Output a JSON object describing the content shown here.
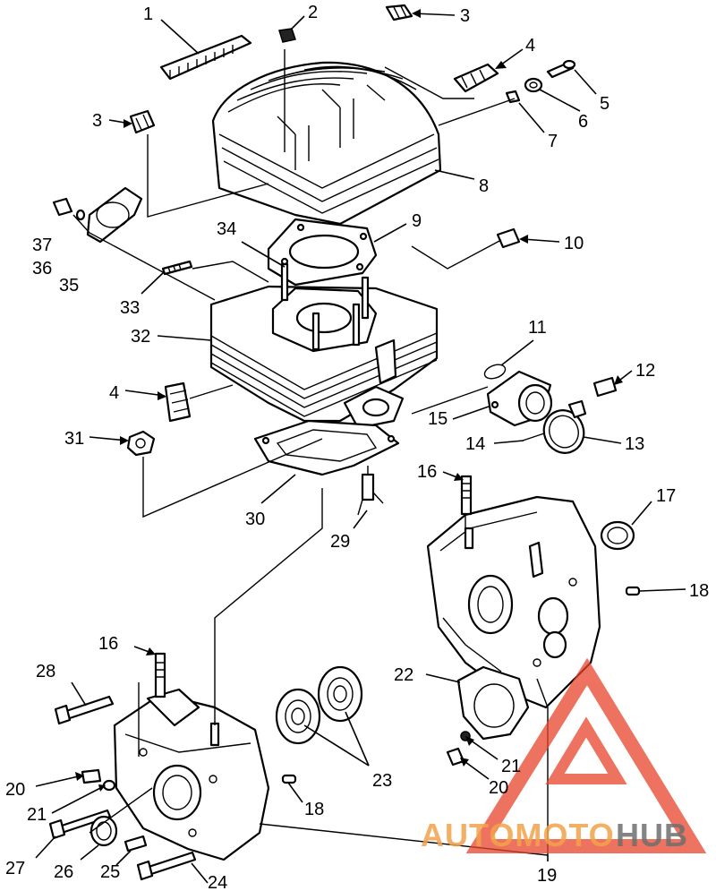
{
  "callouts": {
    "c1": "1",
    "c2": "2",
    "c3a": "3",
    "c3b": "3",
    "c4a": "4",
    "c4b": "4",
    "c5": "5",
    "c6": "6",
    "c7": "7",
    "c8": "8",
    "c9": "9",
    "c10": "10",
    "c11": "11",
    "c12": "12",
    "c13": "13",
    "c14": "14",
    "c15": "15",
    "c16a": "16",
    "c16b": "16",
    "c17": "17",
    "c18a": "18",
    "c18b": "18",
    "c19": "19",
    "c20a": "20",
    "c20b": "20",
    "c21a": "21",
    "c21b": "21",
    "c22": "22",
    "c23": "23",
    "c24": "24",
    "c25": "25",
    "c26": "26",
    "c27": "27",
    "c28": "28",
    "c29": "29",
    "c30": "30",
    "c31": "31",
    "c32": "32",
    "c33": "33",
    "c34": "34",
    "c35": "35",
    "c36": "36",
    "c37": "37"
  },
  "watermark": {
    "part1": "AUTOMOTO",
    "part2": "HUB"
  },
  "colors": {
    "watermark_accent": "#e8452c",
    "watermark_grey": "#6f6f6f",
    "line": "#000000"
  }
}
